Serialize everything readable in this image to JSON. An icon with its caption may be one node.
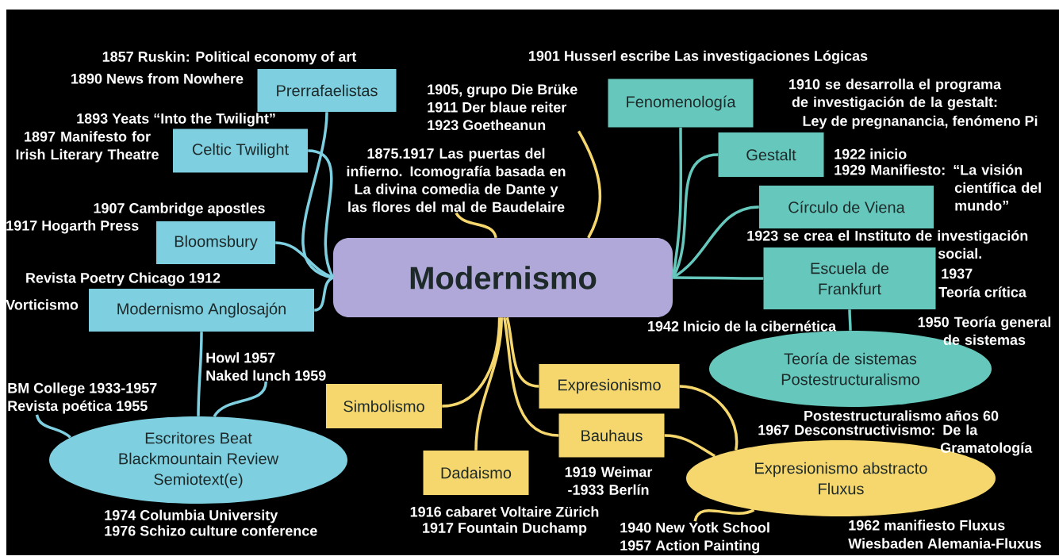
{
  "diagram": {
    "nodes": [
      {
        "text": [
          "Modernismo"
        ]
      },
      {
        "text": [
          "Prerrafaelistas"
        ],
        "beside": [
          "1857 Ruskin: Political economy of art",
          "1890 News from Nowhere"
        ]
      },
      {
        "text": [
          "Celtic Twilight"
        ],
        "beside": [
          "1893 Yeats “Into the Twilight”",
          "1897 Manifesto for Irish Literary Theatre"
        ]
      },
      {
        "text": [
          "Bloomsbury"
        ],
        "beside": [
          "1907 Cambridge apostles",
          "1917 Hogarth Press"
        ]
      },
      {
        "text": [
          "Modernismo Anglosajón"
        ],
        "beside": [
          "Revista Poetry Chicago 1912",
          "Vorticismo"
        ]
      },
      {
        "text": [
          "Escritores Beat",
          "Blackmountain Review",
          "Semiotext(e)"
        ],
        "beside": [
          "1974 Columbia University",
          "1976 Schizo culture conference"
        ]
      },
      {
        "text": [
          "Fenomenología"
        ],
        "beside": [
          "1901 Husserl escribe Las investigaciones Lógicas"
        ]
      },
      {
        "text": [
          "Gestalt"
        ],
        "beside": [
          "1910 se desarrolla el programa de investigación de la gestalt:",
          "Ley de pregnanancia, fenómeno Pi"
        ]
      },
      {
        "text": [
          "Círculo de Viena"
        ],
        "beside": [
          "1922 inicio",
          "1929 Manifiesto: “La visión científica del mundo”"
        ]
      },
      {
        "text": [
          "Escuela de Frankfurt"
        ],
        "beside": [
          "1923 se crea el Instituto de investigación social.",
          "1937",
          "Teoría crítica"
        ]
      },
      {
        "text": [
          "Teoría de sistemas",
          "Postestructuralismo"
        ],
        "beside": [
          "1942 Inicio de la cibernética",
          "1950 Teoría general de sistemas",
          "Postestructuralismo años 60",
          "1967 Desconstructivismo: De la Gramatología"
        ]
      },
      {
        "text": [
          "Simbolismo"
        ]
      },
      {
        "text": [
          "Expresionismo"
        ]
      },
      {
        "text": [
          "Dadaismo"
        ],
        "beside": [
          "1916 cabaret Voltaire Zürich",
          "1917 Fountain Duchamp"
        ]
      },
      {
        "text": [
          "Bauhaus"
        ],
        "beside": [
          "1919 Weimar -1933 Berlín"
        ]
      },
      {
        "text": [
          "Expresionismo abstracto",
          "Fluxus"
        ],
        "beside": [
          "1962 manifiesto Fluxus",
          "Wiesbaden Alemania-Fluxus"
        ]
      },
      {
        "text": [
          "1905, grupo Die Brüke",
          "1911 Der blaue reiter",
          "1923 Goetheanun"
        ]
      },
      {
        "text": [
          "1875.1917 Las puertas del infierno. Icomografía basada en La divina comedia de Dante y las flores del mal de Baudelaire"
        ]
      },
      {
        "text": [
          "BM College 1933-1957",
          "Revista poética 1955"
        ]
      },
      {
        "text": [
          "Howl 1957",
          "Naked lunch 1959"
        ]
      },
      {
        "text": [
          "1940 New Yotk School",
          "1957 Action Painting"
        ]
      }
    ],
    "edges": [
      {
        "from": 0,
        "to": 1,
        "arrow": "none",
        "color": "#7ecfe0"
      },
      {
        "from": 0,
        "to": 2,
        "arrow": "none",
        "color": "#7ecfe0"
      },
      {
        "from": 0,
        "to": 3,
        "arrow": "none",
        "color": "#7ecfe0"
      },
      {
        "from": 0,
        "to": 4,
        "arrow": "none",
        "color": "#7ecfe0"
      },
      {
        "from": 4,
        "to": 5,
        "arrow": "none",
        "color": "#7ecfe0"
      },
      {
        "from": 5,
        "to": 18,
        "arrow": "none",
        "color": "#7ecfe0"
      },
      {
        "from": 5,
        "to": 19,
        "arrow": "none",
        "color": "#7ecfe0"
      },
      {
        "from": 0,
        "to": 6,
        "arrow": "none",
        "color": "#66c8bc"
      },
      {
        "from": 0,
        "to": 7,
        "arrow": "none",
        "color": "#66c8bc"
      },
      {
        "from": 0,
        "to": 8,
        "arrow": "none",
        "color": "#66c8bc"
      },
      {
        "from": 0,
        "to": 9,
        "arrow": "none",
        "color": "#66c8bc"
      },
      {
        "from": 9,
        "to": 10,
        "arrow": "none",
        "color": "#66c8bc"
      },
      {
        "from": 0,
        "to": 11,
        "arrow": "none",
        "color": "#f5d76e"
      },
      {
        "from": 0,
        "to": 13,
        "arrow": "none",
        "color": "#f5d76e"
      },
      {
        "from": 0,
        "to": 14,
        "arrow": "none",
        "color": "#f5d76e"
      },
      {
        "from": 0,
        "to": 12,
        "arrow": "none",
        "color": "#f5d76e"
      },
      {
        "from": 12,
        "to": 15,
        "arrow": "none",
        "color": "#f5d76e"
      },
      {
        "from": 14,
        "to": 15,
        "arrow": "none",
        "color": "#f5d76e"
      },
      {
        "from": 15,
        "to": 20,
        "arrow": "none",
        "color": "#f5d76e"
      },
      {
        "from": 0,
        "to": 16,
        "arrow": "none",
        "color": "#f5d76e"
      },
      {
        "from": 0,
        "to": 17,
        "arrow": "none",
        "color": "#f5d76e"
      }
    ]
  }
}
